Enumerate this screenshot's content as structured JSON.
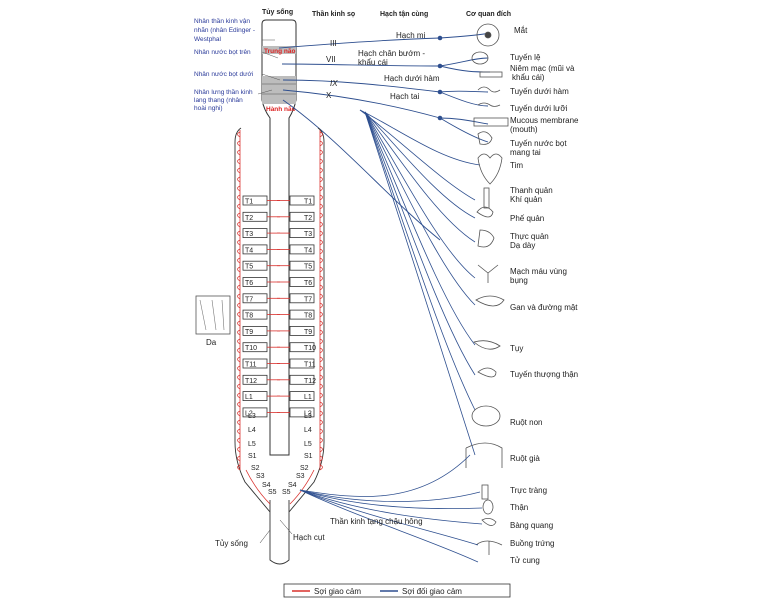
{
  "headers": {
    "spinal_cord": "Tủy sống",
    "cranial_nerves": "Thần kinh sọ",
    "terminal_ganglia": "Hạch tận cùng",
    "target_organs": "Cơ quan đích"
  },
  "nuclei": [
    "Nhân thần kinh vận nhãn (nhân Edinger - Westphal",
    "Nhân nước bọt trên",
    "Nhân nước bọt dưới",
    "Nhân lưng thần kinh lang thang (nhân hoài nghi)"
  ],
  "brain_labels": {
    "midbrain": "Trung não",
    "medulla": "Hành não"
  },
  "cranial_nerve_numerals": [
    "III",
    "VII",
    "IX",
    "X"
  ],
  "ganglia": [
    "Hạch mi",
    "Hạch chân bướm - khẩu cái",
    "Hạch dưới hàm",
    "Hạch tai"
  ],
  "organs": [
    "Mắt",
    "Tuyến lệ",
    "Niêm mạc (mũi và khẩu cái)",
    "Tuyến dưới hàm",
    "Tuyến dưới lưỡi",
    "Mucous membrane (mouth)",
    "Tuyến nước bọt mang tai",
    "Tim",
    "Thanh quản",
    "Khí quản",
    "Phế quản",
    "Thực quản",
    "Dạ dày",
    "Mạch máu vùng bụng",
    "Gan và đường mật",
    "Tụy",
    "Tuyến thượng thận",
    "Ruột non",
    "Ruột già",
    "Trực tràng",
    "Thận",
    "Bàng quang",
    "Buồng trứng",
    "Tử cung"
  ],
  "segments_left": [
    "T1",
    "T2",
    "T3",
    "T4",
    "T5",
    "T6",
    "T7",
    "T8",
    "T9",
    "T10",
    "T11",
    "T12",
    "L1",
    "L2"
  ],
  "segments_lower": [
    "L3",
    "L4",
    "L5",
    "S1",
    "S2",
    "S3",
    "S4",
    "S5"
  ],
  "other_labels": {
    "skin": "Da",
    "spinal_cord_bottom": "Tủy sống",
    "coccygeal_ganglion": "Hạch cụt",
    "pelvic_splanchnic": "Thần kinh tạng chậu hông"
  },
  "legend": {
    "sympathetic": "Sợi giao cảm",
    "parasympathetic": "Sợi đối giao cảm"
  },
  "colors": {
    "sympathetic": "#d9302c",
    "parasympathetic": "#2e4f8f",
    "nucleus_fill": "#bdbdbd"
  }
}
